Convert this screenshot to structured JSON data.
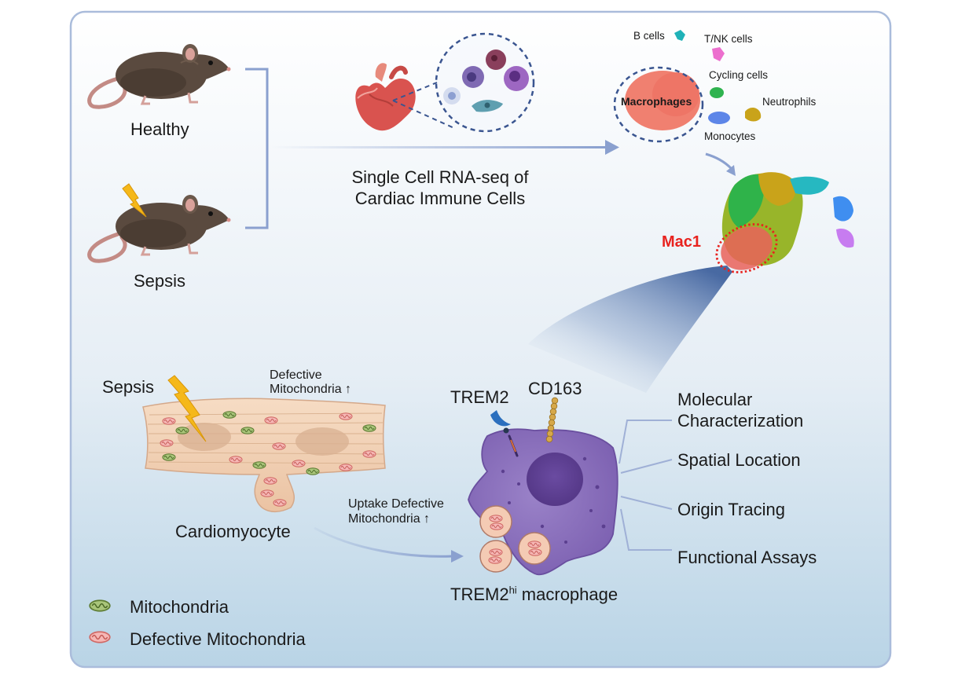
{
  "mouse_labels": {
    "healthy": "Healthy",
    "sepsis": "Sepsis"
  },
  "scrnaseq": {
    "line1": "Single Cell RNA-seq of",
    "line2": "Cardiac Immune Cells"
  },
  "clusters": {
    "b_cells": "B cells",
    "t_nk_cells": "T/NK cells",
    "cycling_cells": "Cycling cells",
    "macrophages": "Macrophages",
    "neutrophils": "Neutrophils",
    "monocytes": "Monocytes"
  },
  "subcluster": {
    "mac1": "Mac1"
  },
  "cardiomyocyte": {
    "sepsis": "Sepsis",
    "defective_line1": "Defective",
    "defective_line2": "Mitochondria ↑",
    "label": "Cardiomyocyte"
  },
  "uptake": {
    "line1": "Uptake Defective",
    "line2": "Mitochondria ↑"
  },
  "receptors": {
    "trem2": "TREM2",
    "cd163": "CD163"
  },
  "macrophage": {
    "prefix": "TREM2",
    "superscript": "hi",
    "suffix": " macrophage"
  },
  "analyses": {
    "molecular_line1": "Molecular",
    "molecular_line2": "Characterization",
    "spatial": "Spatial Location",
    "origin": "Origin Tracing",
    "functional": "Functional Assays"
  },
  "legend": {
    "mitochondria": "Mitochondria",
    "defective": "Defective Mitochondria"
  },
  "colors": {
    "frame": "#aabcdb",
    "arrow": "#8aa0cf",
    "dashed": "#3a5590",
    "mac1_highlight": "#e8231f",
    "macrophage_body": "#8c71bd",
    "cardiomyocyte": "#f0cfb4",
    "healthy_mito": "#7c9a4a",
    "defective_mito": "#e89a98"
  }
}
